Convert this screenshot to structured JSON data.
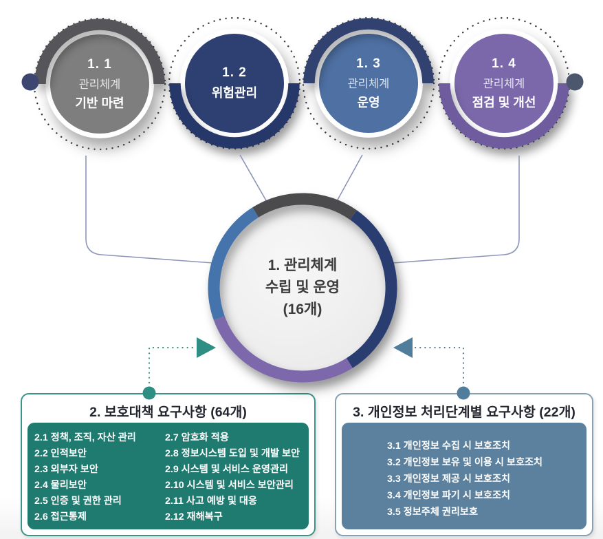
{
  "palette": {
    "c1-fill": "#7e7e7e",
    "c1-arc": "#57575a",
    "c2-fill": "#2e3f72",
    "c2-arc": "#28386b",
    "c3-fill": "#4e70a3",
    "c3-arc": "#31426f",
    "c4-fill": "#7b68ab",
    "c4-arc": "#6e5c9e",
    "seg-gray": "#4b4b4d",
    "seg-navy": "#2c3d71",
    "seg-purple": "#7b68ab",
    "seg-blue": "#4573ab",
    "dot-navy": "#3d4670",
    "dot-slate": "#4c566c",
    "line": "#8d95b8",
    "ink-dot": "#3c3c3c",
    "teal-arrow": "#2f8e83",
    "teal-border": "#3b9488",
    "teal-fill": "#1f7a70",
    "slate-arrow": "#4f7d9b",
    "slate-border": "#87a0b2",
    "slate-fill": "#5b819e",
    "title-ink": "#23262e",
    "center-text": "#3c3c3e"
  },
  "top_nodes": [
    {
      "num": "1. 1",
      "sub": "관리체계",
      "main": "기반 마련"
    },
    {
      "num": "1. 2",
      "sub": "",
      "main": "위험관리"
    },
    {
      "num": "1. 3",
      "sub": "관리체계",
      "main": "운영"
    },
    {
      "num": "1. 4",
      "sub": "관리체계",
      "main": "점검 및 개선"
    }
  ],
  "center": {
    "line1": "1. 관리체계",
    "line2": "수립 및 운영",
    "line3": "(16개)"
  },
  "box2": {
    "title": "2. 보호대책 요구사항 (64개)",
    "items_left": [
      "2.1 정책, 조직, 자산 관리",
      "2.2 인적보안",
      "2.3 외부자 보안",
      "2.4 물리보안",
      "2.5 인증 및 권한 관리",
      "2.6 접근통제"
    ],
    "items_right": [
      "2.7 암호화 적용",
      "2.8 정보시스템 도입 및 개발 보안",
      "2.9 시스템 및 서비스 운영관리",
      "2.10 시스템 및 서비스 보안관리",
      "2.11 사고 예방 및 대응",
      "2.12 재해복구"
    ]
  },
  "box3": {
    "title": "3. 개인정보 처리단계별 요구사항 (22개)",
    "items": [
      "3.1 개인정보 수집 시 보호조치",
      "3.2 개인정보 보유 및 이용 시 보호조치",
      "3.3 개인정보 제공 시 보호조치",
      "3.4 개인정보 파기 시 보호조치",
      "3.5 정보주체 권리보호"
    ]
  }
}
